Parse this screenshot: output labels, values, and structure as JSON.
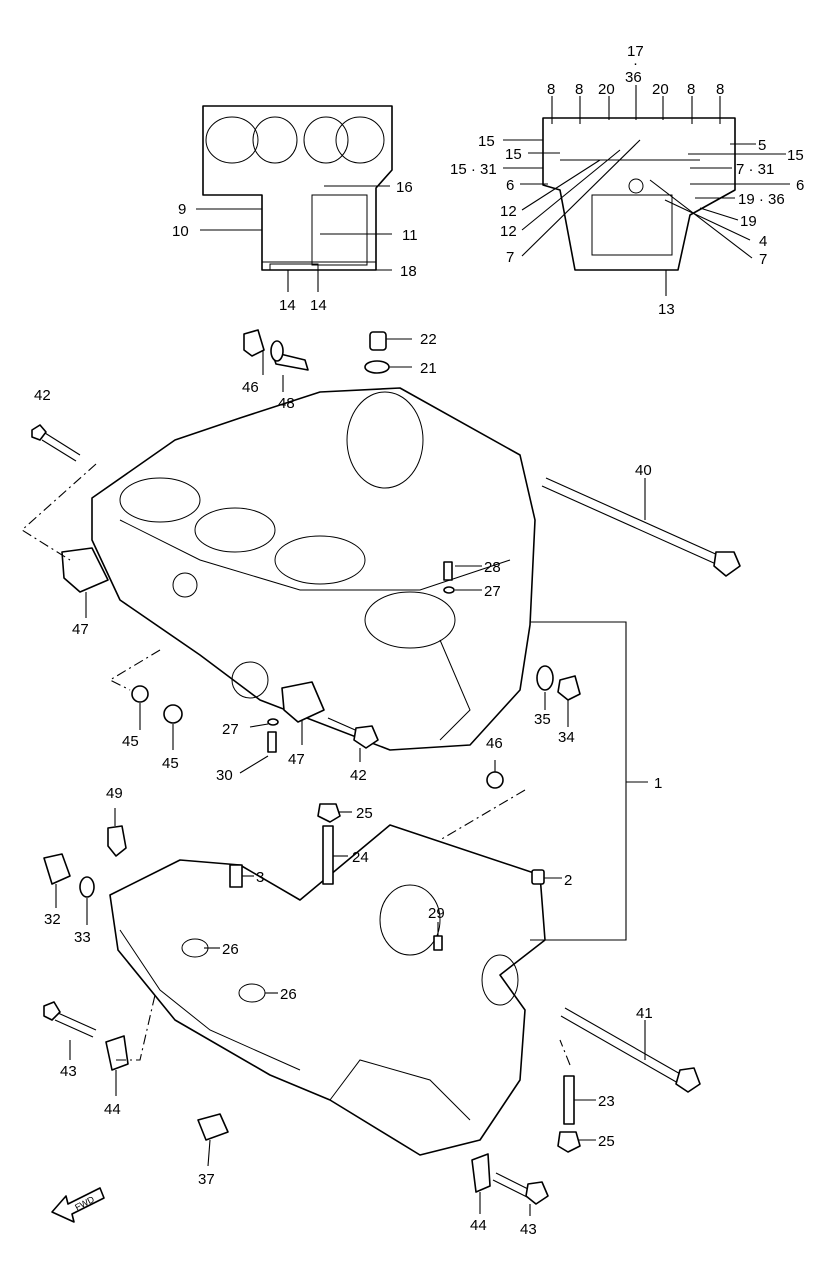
{
  "callouts": {
    "c1": "1",
    "c2": "2",
    "c3": "3",
    "c4": "4",
    "c5": "5",
    "c6a": "6",
    "c6b": "6",
    "c7a": "7",
    "c7b": "7",
    "c7_31": "7 · 31",
    "c8a": "8",
    "c8b": "8",
    "c8c": "8",
    "c8d": "8",
    "c9": "9",
    "c10": "10",
    "c11": "11",
    "c12a": "12",
    "c12b": "12",
    "c13": "13",
    "c14a": "14",
    "c14b": "14",
    "c15a": "15",
    "c15b": "15",
    "c15c": "15",
    "c15_31": "15 · 31",
    "c16": "16",
    "c17": "17",
    "c17dot": "·",
    "c18": "18",
    "c19": "19",
    "c19_36": "19 · 36",
    "c20a": "20",
    "c20b": "20",
    "c21": "21",
    "c22": "22",
    "c23": "23",
    "c24": "24",
    "c25a": "25",
    "c25b": "25",
    "c26a": "26",
    "c26b": "26",
    "c27a": "27",
    "c27b": "27",
    "c28": "28",
    "c29": "29",
    "c30": "30",
    "c32": "32",
    "c33": "33",
    "c34": "34",
    "c35": "35",
    "c36": "36",
    "c37": "37",
    "c40": "40",
    "c41": "41",
    "c42a": "42",
    "c42b": "42",
    "c43a": "43",
    "c43b": "43",
    "c44a": "44",
    "c44b": "44",
    "c45a": "45",
    "c45b": "45",
    "c46a": "46",
    "c46b": "46",
    "c47a": "47",
    "c47b": "47",
    "c48": "48",
    "c49": "49"
  },
  "fwd_label": "FWD"
}
